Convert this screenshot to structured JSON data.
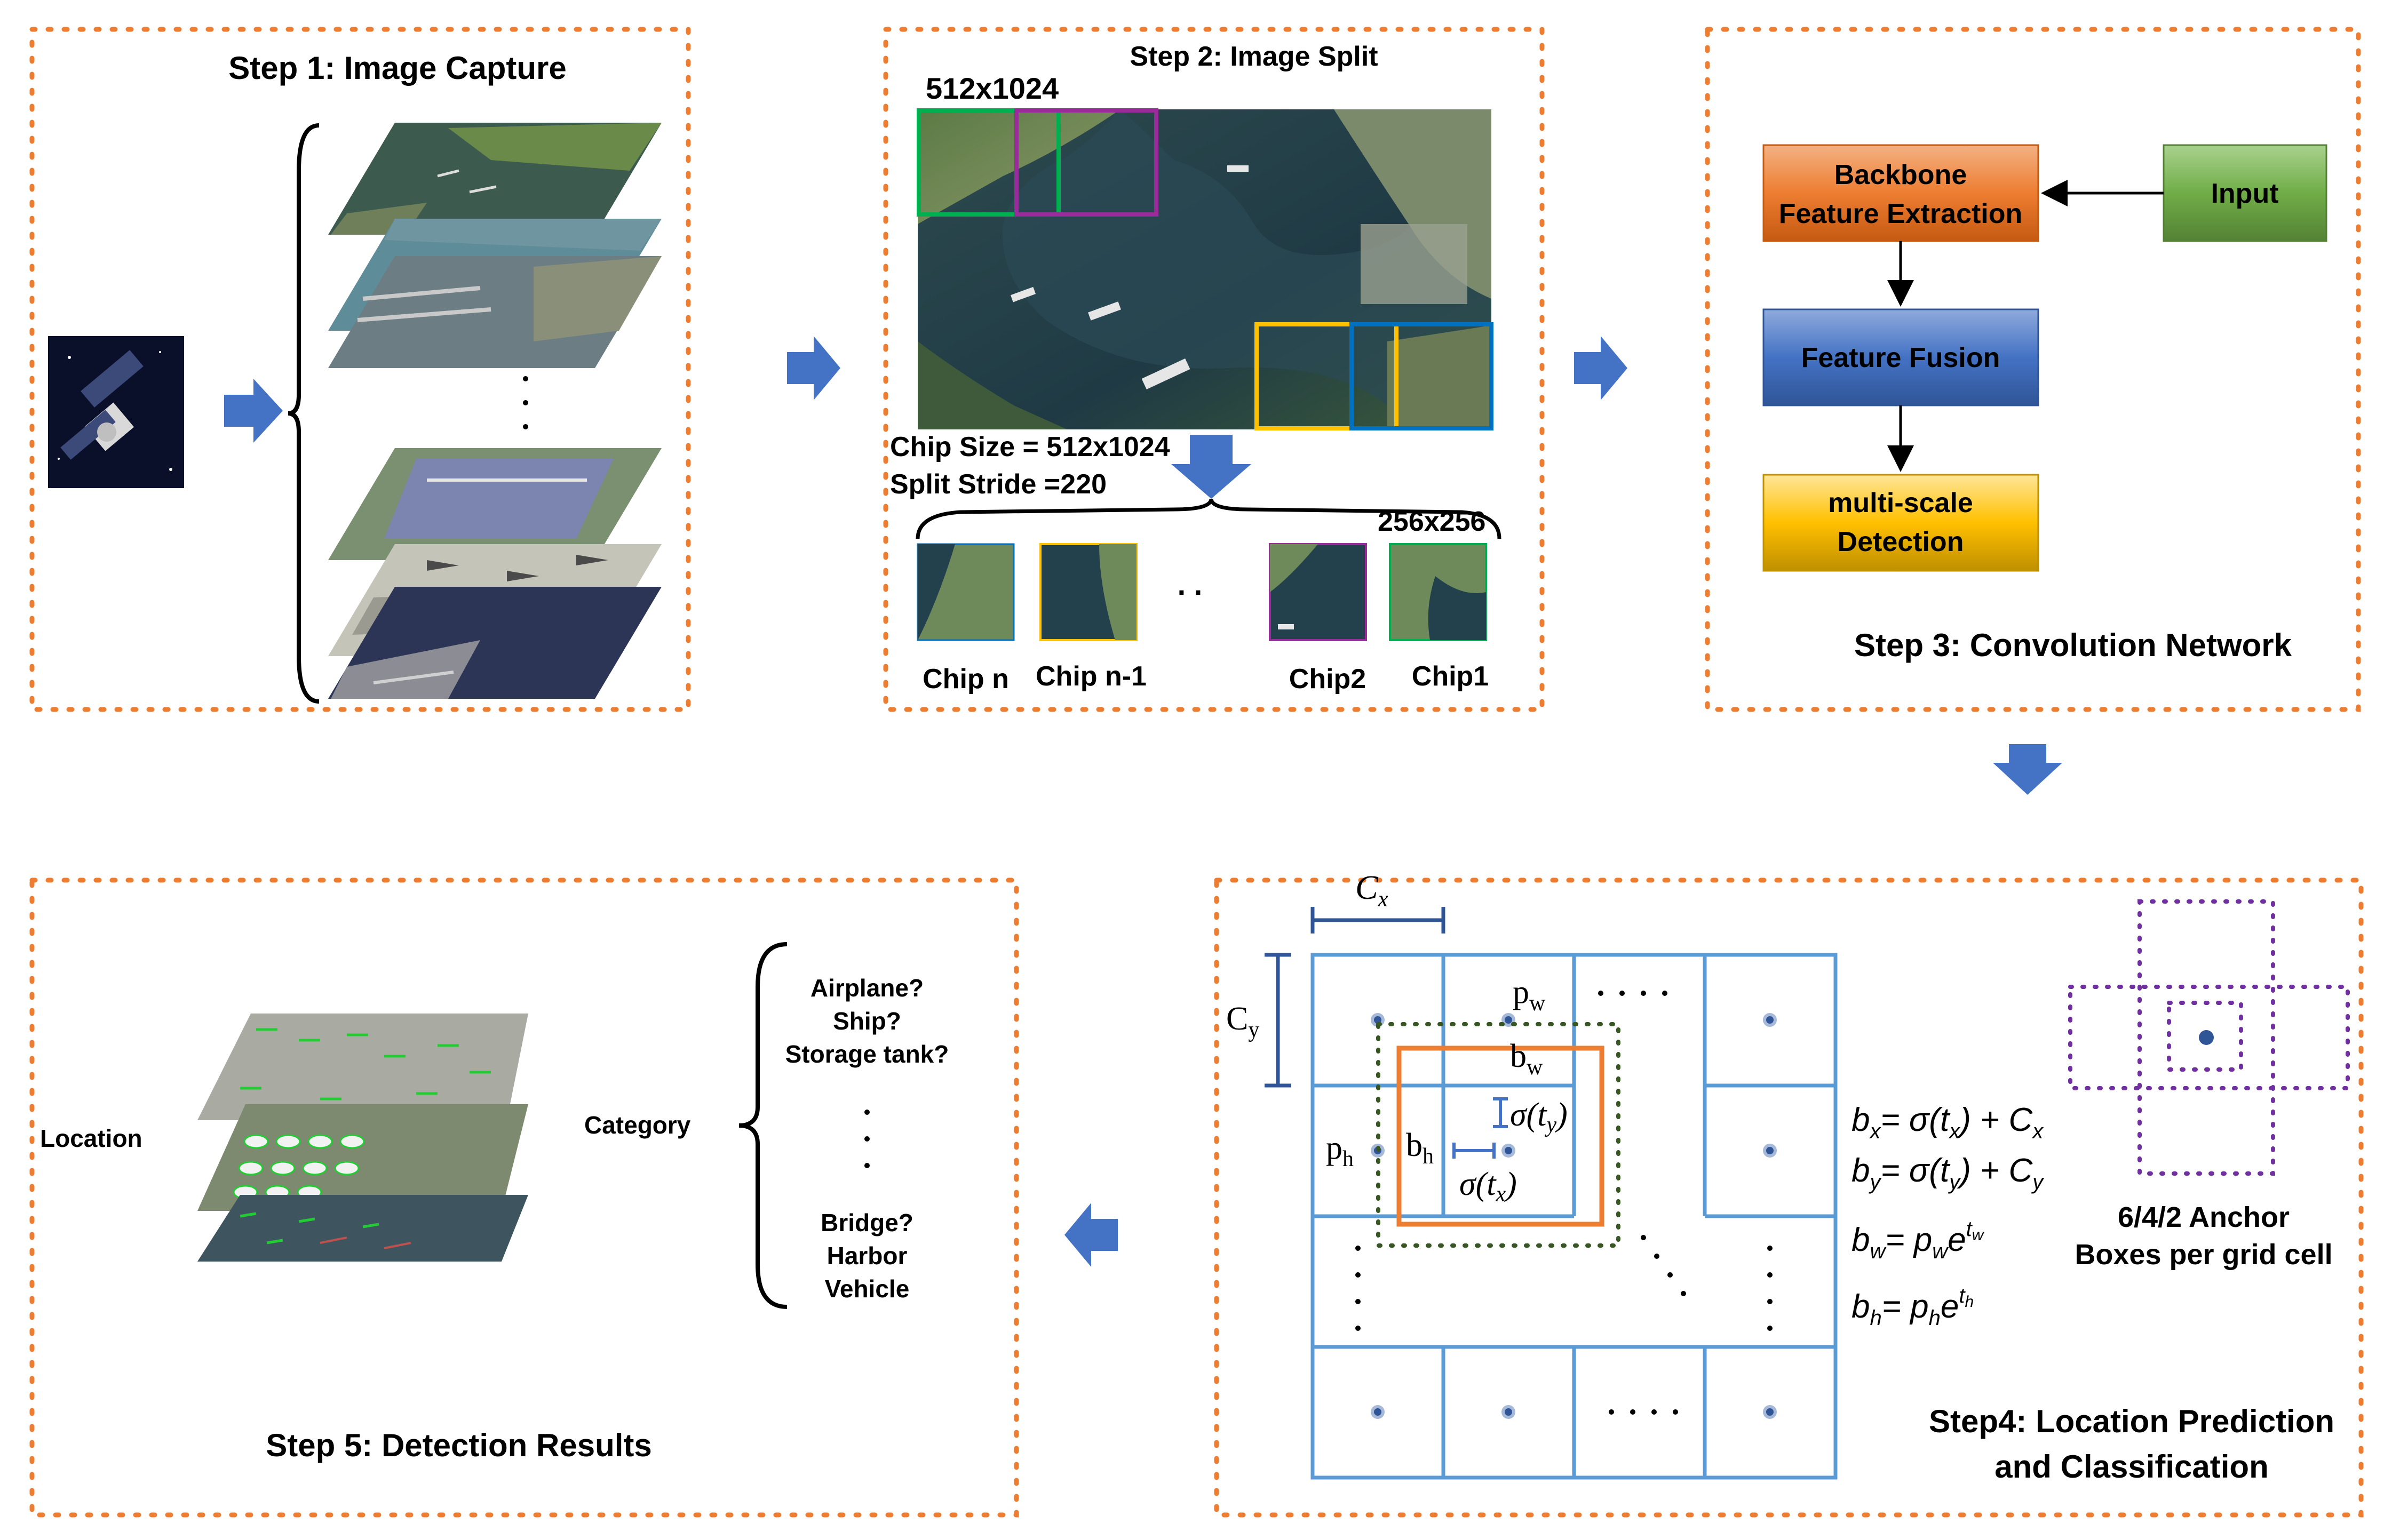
{
  "steps": {
    "step1": {
      "title": "Step 1: Image Capture"
    },
    "step2": {
      "title": "Step 2: Image Split",
      "top_size": "512x1024",
      "chip_size": "Chip Size = 512x1024",
      "stride": "Split Stride =220",
      "small_size": "256x256",
      "chips": [
        "Chip n",
        "Chip n-1",
        "Chip2",
        "Chip1"
      ],
      "ellipsis": ". ."
    },
    "step3": {
      "title": "Step 3: Convolution Network",
      "boxes": {
        "backbone_line1": "Backbone",
        "backbone_line2": "Feature Extraction",
        "input": "Input",
        "fusion": "Feature Fusion",
        "detect_line1": "multi-scale",
        "detect_line2": "Detection"
      },
      "colors": {
        "backbone": "#ED7D31",
        "input": "#70AD47",
        "fusion": "#4472C4",
        "detection": "#FFC000"
      }
    },
    "step4": {
      "title_line1": "Step4: Location Prediction",
      "title_line2": "and Classification",
      "labels": {
        "cx": "C",
        "cx_sub": "x",
        "cy": "C",
        "cy_sub": "y",
        "pw": "p",
        "pw_sub": "w",
        "ph": "p",
        "ph_sub": "h",
        "bw": "b",
        "bw_sub": "w",
        "bh": "b",
        "bh_sub": "h",
        "sigma_ty": "σ(t",
        "sigma_ty_sub": "y",
        "sigma_tx": "σ(t",
        "sigma_tx_sub": "x"
      },
      "equations": [
        {
          "lhs": "b",
          "lhs_sub": "x",
          "rhs": "= σ(t",
          "rhs_sub": "x",
          "rhs2": ") + C",
          "rhs2_sub": "x"
        },
        {
          "lhs": "b",
          "lhs_sub": "y",
          "rhs": "= σ(t",
          "rhs_sub": "y",
          "rhs2": ") + C",
          "rhs2_sub": "y"
        },
        {
          "lhs": "b",
          "lhs_sub": "w",
          "rhs": "= p",
          "rhs_sub": "w",
          "rhs2": "e",
          "rhs2_sup": "t",
          "rhs2_sup_sub": "w"
        },
        {
          "lhs": "b",
          "lhs_sub": "h",
          "rhs": "= p",
          "rhs_sub": "h",
          "rhs2": "e",
          "rhs2_sup": "t",
          "rhs2_sup_sub": "h"
        }
      ],
      "anchor_line1": "6/4/2 Anchor",
      "anchor_line2": "Boxes per grid cell",
      "colors": {
        "grid": "#5B9BD5",
        "box": "#ED7D31",
        "dotted": "#375623",
        "anchor": "#7030A0"
      }
    },
    "step5": {
      "title": "Step 5: Detection Results",
      "location": "Location",
      "category": "Category",
      "classes_top": [
        "Airplane?",
        "Ship?",
        "Storage tank?"
      ],
      "classes_bottom": [
        "Bridge?",
        "Harbor",
        "Vehicle"
      ]
    }
  },
  "colors": {
    "dash_border": "#ED7D31",
    "arrow": "#4472C4",
    "text": "#000000"
  }
}
